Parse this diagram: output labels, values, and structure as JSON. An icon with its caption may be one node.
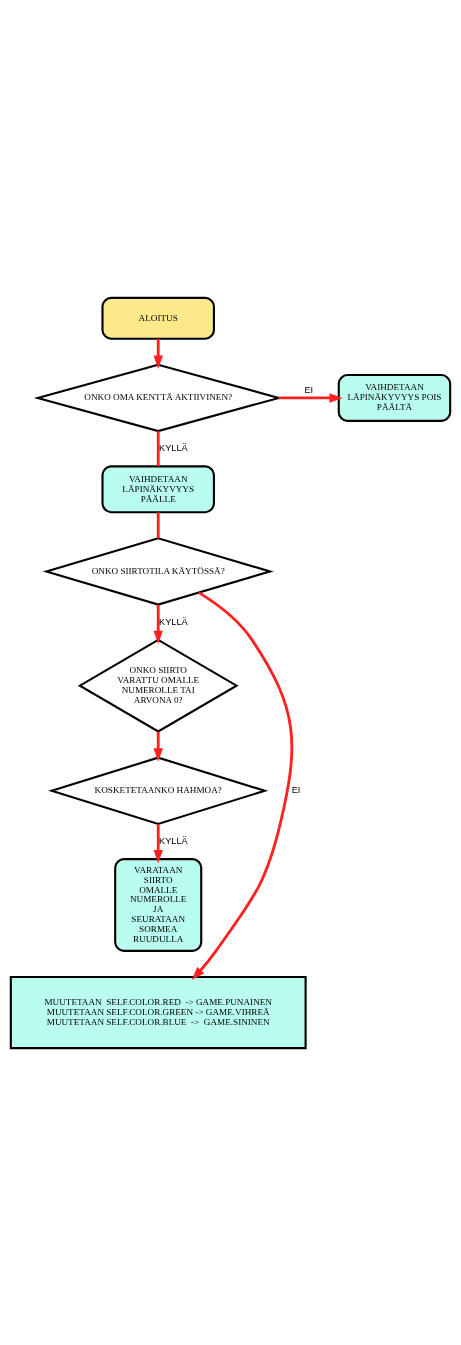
{
  "diagram": {
    "nodes": [
      {
        "text": [
          "ALOITUS"
        ]
      },
      {
        "text": [
          "ONKO OMA KENTTÄ AKTIIVINEN?"
        ]
      },
      {
        "text": [
          "VAIHDETAAN LÄPINÄKYVYYS POIS PÄÄLTÄ"
        ]
      },
      {
        "text": [
          "VAIHDETAAN LÄPINÄKYVYYS PÄÄLLE"
        ]
      },
      {
        "text": [
          "ONKO SIIRTOTILA KÄYTÖSSÄ?"
        ]
      },
      {
        "text": [
          "ONKO SIIRTO VARATTU OMALLE NUMEROLLE TAI ARVONA 0?"
        ]
      },
      {
        "text": [
          "KOSKETETAANKO HAHMOA?"
        ]
      },
      {
        "text": [
          "VARATAAN SIIRTO OMALLE NUMEROLLE JA SEURATAAN SORMEA RUUDULLA"
        ]
      },
      {
        "text": [
          "MUUTETAAN  SELF.COLOR.RED  -> GAME.PUNAINEN",
          "MUUTETAAN SELF.COLOR.GREEN -> GAME.VIHREÄ",
          "MUUTETAAN SELF.COLOR.BLUE  ->  GAME.SININEN"
        ]
      }
    ],
    "edges": [
      {
        "from": 0,
        "to": 1,
        "arrow": "to"
      },
      {
        "from": 1,
        "to": 2,
        "arrow": "to",
        "label": "EI"
      },
      {
        "from": 1,
        "to": 3,
        "arrow": "none",
        "label": "KYLLÄ"
      },
      {
        "from": 3,
        "to": 4,
        "arrow": "none"
      },
      {
        "from": 4,
        "to": 8,
        "arrow": "to",
        "label": "EI"
      },
      {
        "from": 4,
        "to": 5,
        "arrow": "to",
        "label": "KYLLÄ"
      },
      {
        "from": 5,
        "to": 6,
        "arrow": "to"
      },
      {
        "from": 6,
        "to": 7,
        "arrow": "to",
        "label": "KYLLÄ"
      }
    ]
  }
}
